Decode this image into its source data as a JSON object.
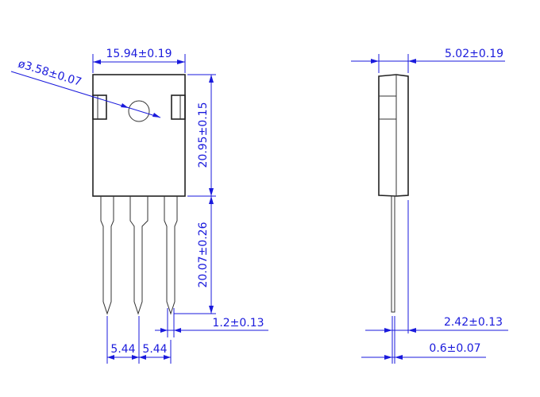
{
  "front_view": {
    "width_dim": "15.94±0.19",
    "hole_dim": "ø3.58±0.07",
    "body_height_dim": "20.95±0.15",
    "lead_length_dim": "20.07±0.26",
    "lead_tip_dim": "1.2±0.13",
    "pitch_left_dim": "5.44",
    "pitch_right_dim": "5.44"
  },
  "side_view": {
    "thickness_dim": "5.02±0.19",
    "lead_offset_dim": "2.42±0.13",
    "lead_thickness_dim": "0.6±0.07"
  },
  "colors": {
    "outline": "#222222",
    "dimension": "#1a1adc"
  }
}
